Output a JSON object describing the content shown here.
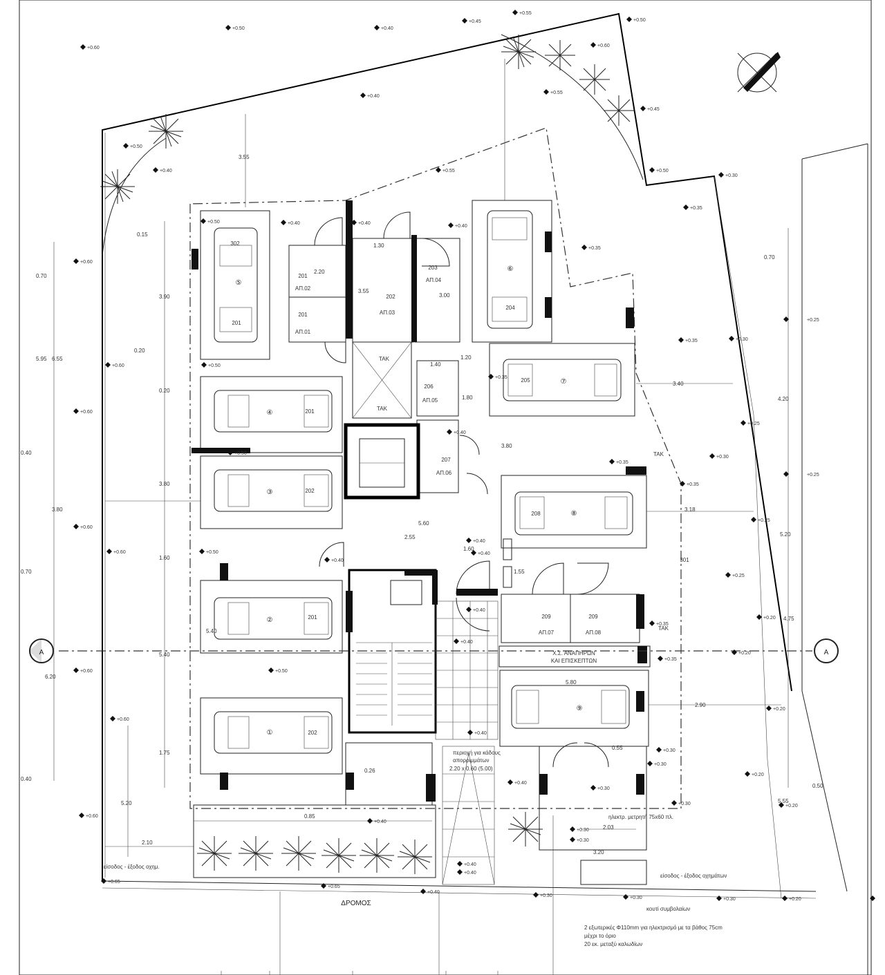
{
  "road_label": "ΔΡΟΜΟΣ",
  "section_marker": "A",
  "parking_numbers": [
    "①",
    "②",
    "③",
    "④",
    "⑤",
    "⑥",
    "⑦",
    "⑧",
    "⑨"
  ],
  "room_codes": {
    "r1": "201",
    "r2": "202",
    "r3": "203",
    "r4": "204",
    "r5": "205",
    "r6": "206",
    "r7": "207",
    "r8": "208",
    "r9": "209",
    "r10": "301",
    "r11": "302"
  },
  "unit_labels": {
    "u1": "ΑΠ.01",
    "u2": "ΑΠ.02",
    "u3": "ΑΠ.03",
    "u4": "ΑΠ.04",
    "u5": "ΑΠ.05",
    "u6": "ΑΠ.06",
    "u7": "ΑΠ.07",
    "u8": "ΑΠ.08"
  },
  "tak_label": "ΤΑΚ",
  "storage_label_1": "Χ.Σ. ΑΝΑΠΗΡΩΝ",
  "storage_label_2": "ΚΑΙ ΕΠΙΣΚΕΠΤΩΝ",
  "entrance_left": "είσοδος - έξοδος οχημ.",
  "entrance_right": "είσοδος - έξοδος οχημάτων",
  "meter_label": "ηλεκτρ. μετρητή 75x60 πλ.",
  "side_note": "κουτί συμβολαίων",
  "bottom_note_1": "2 εξωτερικές Φ110mm για ηλεκτρισμό με τα βάθος 75cm",
  "bottom_note_2": "μέχρι το όριο",
  "bottom_note_3": "20 εκ. μεταξύ καλωδίων",
  "zone_note_1": "περιοχή για κάδους",
  "zone_note_2": "απορριμμάτων",
  "zone_note_3": "2.20 x 0.60 (5.00)",
  "levels": {
    "a": "+0.60",
    "b": "+0.50",
    "c": "+0.40",
    "d": "+0.45",
    "e": "+0.55",
    "f": "+0.35",
    "g": "+0.30",
    "h": "+0.25",
    "i": "+0.20",
    "j": "+0.65"
  },
  "dims": {
    "d1": "0.15",
    "d2": "0.70",
    "d3": "3.90",
    "d4": "0.20",
    "d5": "5.95",
    "d6": "0.20",
    "d7": "3.80",
    "d8": "0.40",
    "d9": "1.60",
    "d10": "0.70",
    "d11": "5.40",
    "d12": "6.20",
    "d13": "1.75",
    "d14": "0.40",
    "d15": "5.20",
    "d16": "3.80",
    "d17": "3.55",
    "d18": "5.40",
    "d19": "2.20",
    "d20": "1.30",
    "d21": "1.40",
    "d22": "1.80",
    "d23": "0.70",
    "d24": "4.20",
    "d25": "3.40",
    "d26": "3.18",
    "d27": "5.20",
    "d28": "3.80",
    "d29": "2.55",
    "d30": "0.55",
    "d31": "2.90",
    "d32": "4.75",
    "d33": "1.20",
    "d34": "6.55",
    "d35": "3.55",
    "d36": "0.50",
    "d37": "1.55",
    "d38": "3.00",
    "d39": "5.80",
    "d40": "2.03",
    "d41": "3.20",
    "d42": "0.26",
    "d43": "5.55",
    "d44": "0.85",
    "d45": "2.10",
    "d46": "1.60",
    "d47": "5.60"
  }
}
